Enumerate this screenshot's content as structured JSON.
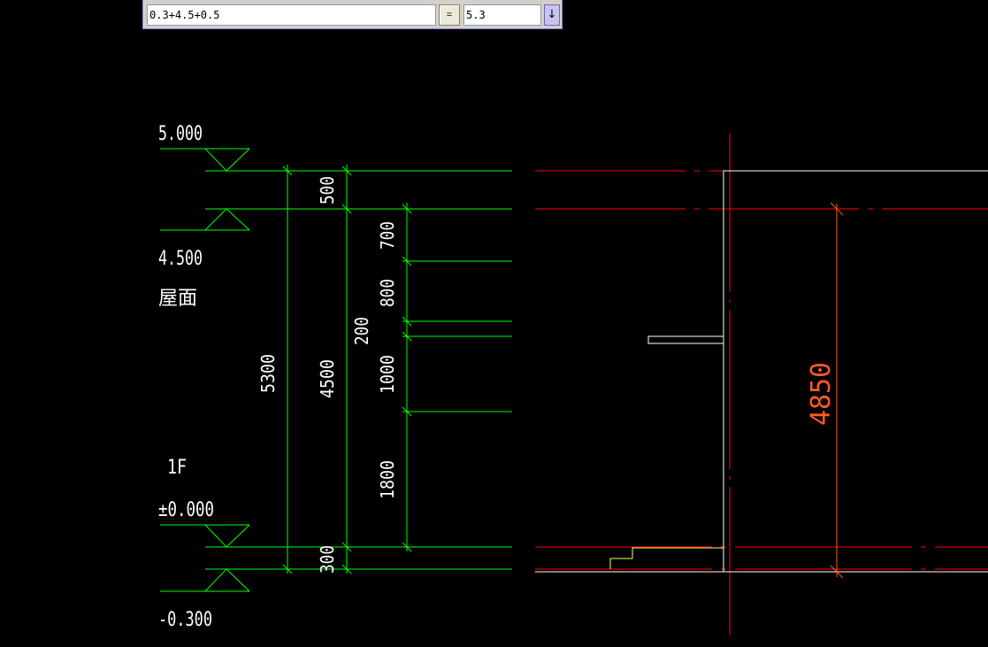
{
  "calculator": {
    "expression": "0.3+4.5+0.5",
    "equals_label": "=",
    "result": "5.3",
    "dropdown_icon": "arrow-down-icon"
  },
  "levels": {
    "top_elev": "5.000",
    "roof_elev": "4.500",
    "roof_name": "屋面",
    "floor_name": "1F",
    "ground_elev": "±0.000",
    "base_elev": "-0.300"
  },
  "dimensions": {
    "total": "5300",
    "parapet": "500",
    "story": "4500",
    "seg_700": "700",
    "seg_800": "800",
    "seg_200": "200",
    "seg_1000": "1000",
    "seg_1800": "1800",
    "plinth": "300",
    "elevation_dim": "4850"
  },
  "colors": {
    "dimension": "#00ff00",
    "axis": "#ff0000",
    "wall": "#ffffff",
    "stair": "#ffff66",
    "elevation_dim": "#ff5a2a",
    "text": "#ffffff"
  }
}
